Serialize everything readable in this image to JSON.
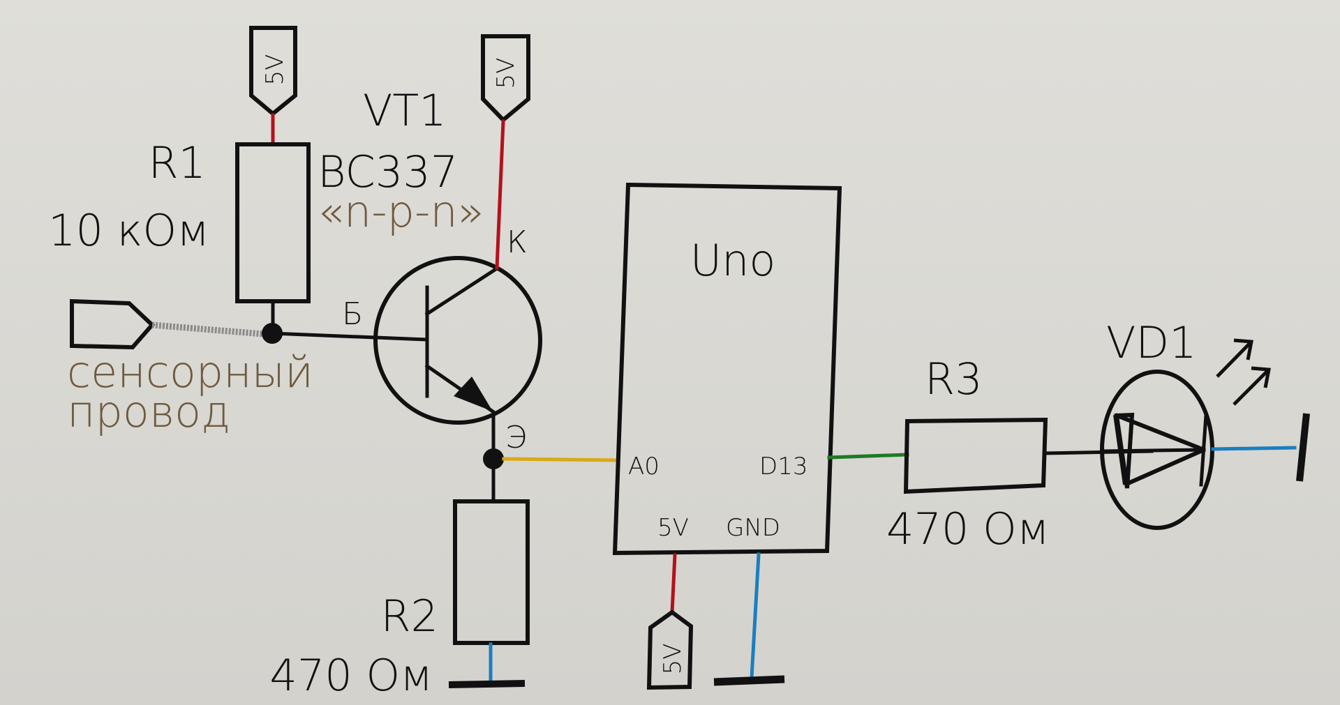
{
  "title": "Touch sensor schematic with BC337 transistor and Arduino Uno",
  "colors": {
    "background": "#dcdbd6",
    "ink": "#111111",
    "wire_5v": "#b3121b",
    "wire_gnd": "#1a7fbf",
    "wire_a0": "#d9a916",
    "wire_d13": "#1d7a24",
    "wire_sensor": "#8a8a8a",
    "text_brown": "#6e5a3e"
  },
  "power_flags": {
    "r1_flag": "5V",
    "vt1_flag": "5V",
    "uno_flag": "5V"
  },
  "r1": {
    "ref": "R1",
    "value": "10 кОм"
  },
  "vt1": {
    "ref": "VT1",
    "part": "BC337",
    "type": "«n-p-n»",
    "pin_collector": "К",
    "pin_base": "Б",
    "pin_emitter": "Э"
  },
  "r2": {
    "ref": "R2",
    "value": "470 Ом"
  },
  "sensor": {
    "line1": "сенсорный",
    "line2": "провод"
  },
  "uno": {
    "name": "Uno",
    "pin_a0": "A0",
    "pin_d13": "D13",
    "pin_5v": "5V",
    "pin_gnd": "GND"
  },
  "r3": {
    "ref": "R3",
    "value": "470 Ом"
  },
  "vd1": {
    "ref": "VD1"
  }
}
